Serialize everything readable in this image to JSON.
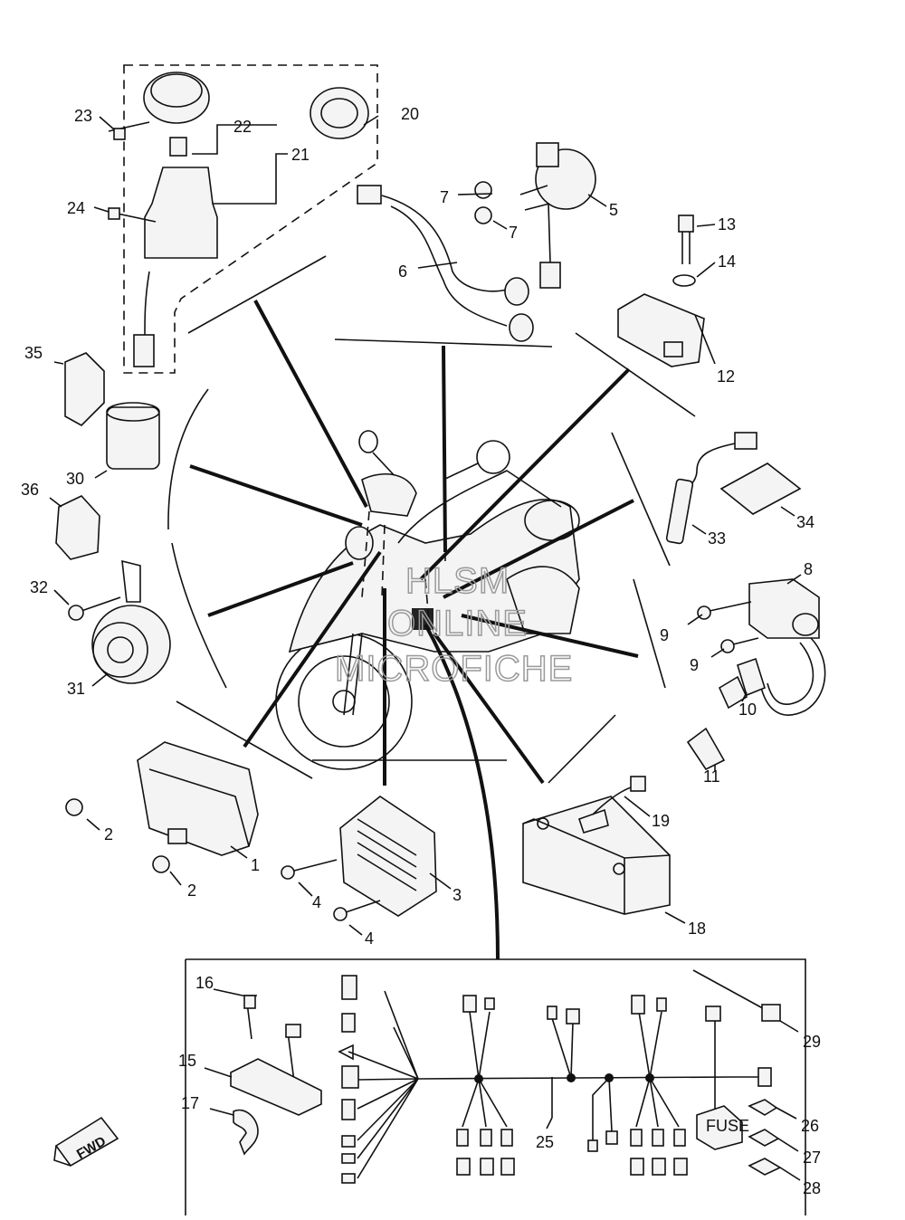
{
  "diagram": {
    "callouts": [
      {
        "id": "n1",
        "label": "1"
      },
      {
        "id": "n2a",
        "label": "2"
      },
      {
        "id": "n2b",
        "label": "2"
      },
      {
        "id": "n3",
        "label": "3"
      },
      {
        "id": "n4a",
        "label": "4"
      },
      {
        "id": "n4b",
        "label": "4"
      },
      {
        "id": "n5",
        "label": "5"
      },
      {
        "id": "n6",
        "label": "6"
      },
      {
        "id": "n7a",
        "label": "7"
      },
      {
        "id": "n7b",
        "label": "7"
      },
      {
        "id": "n8",
        "label": "8"
      },
      {
        "id": "n9a",
        "label": "9"
      },
      {
        "id": "n9b",
        "label": "9"
      },
      {
        "id": "n10",
        "label": "10"
      },
      {
        "id": "n11",
        "label": "11"
      },
      {
        "id": "n12",
        "label": "12"
      },
      {
        "id": "n13",
        "label": "13"
      },
      {
        "id": "n14",
        "label": "14"
      },
      {
        "id": "n15",
        "label": "15"
      },
      {
        "id": "n16",
        "label": "16"
      },
      {
        "id": "n17",
        "label": "17"
      },
      {
        "id": "n18",
        "label": "18"
      },
      {
        "id": "n19",
        "label": "19"
      },
      {
        "id": "n20",
        "label": "20"
      },
      {
        "id": "n21",
        "label": "21"
      },
      {
        "id": "n22",
        "label": "22"
      },
      {
        "id": "n23",
        "label": "23"
      },
      {
        "id": "n24",
        "label": "24"
      },
      {
        "id": "n25",
        "label": "25"
      },
      {
        "id": "n26",
        "label": "26"
      },
      {
        "id": "n27",
        "label": "27"
      },
      {
        "id": "n28",
        "label": "28"
      },
      {
        "id": "n29",
        "label": "29"
      },
      {
        "id": "n30",
        "label": "30"
      },
      {
        "id": "n31",
        "label": "31"
      },
      {
        "id": "n32",
        "label": "32"
      },
      {
        "id": "n33",
        "label": "33"
      },
      {
        "id": "n34",
        "label": "34"
      },
      {
        "id": "n35",
        "label": "35"
      },
      {
        "id": "n36",
        "label": "36"
      }
    ],
    "watermark": [
      "HLSM",
      "ONLINE",
      "MICROFICHE"
    ],
    "fwd_label": "FWD",
    "fuse_label": "FUSE"
  }
}
